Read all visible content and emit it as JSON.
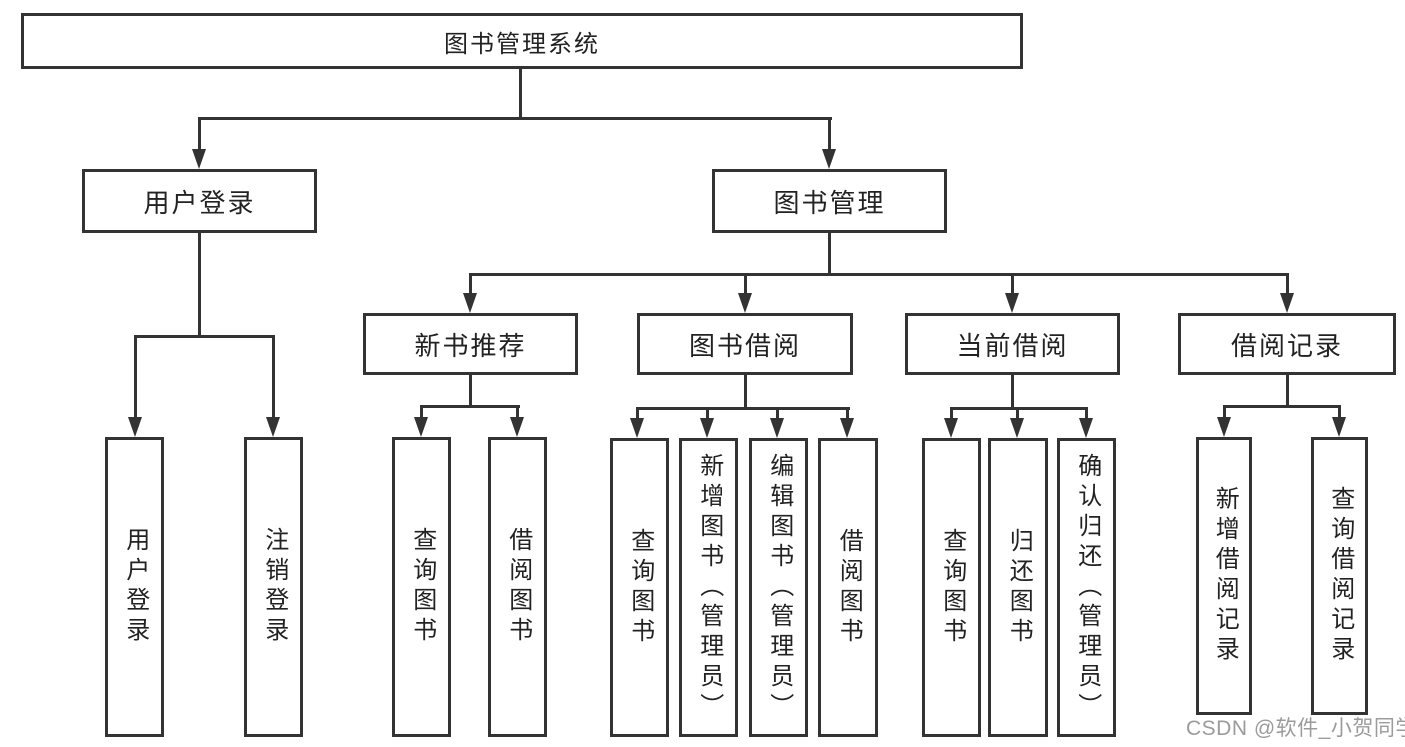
{
  "diagram": {
    "root": {
      "label": "图书管理系统"
    },
    "user_login": {
      "label": "用户登录",
      "children": [
        {
          "label": "用户登录"
        },
        {
          "label": "注销登录"
        }
      ]
    },
    "book_management": {
      "label": "图书管理",
      "sections": {
        "new_books": {
          "label": "新书推荐",
          "children": [
            {
              "label": "查询图书"
            },
            {
              "label": "借阅图书"
            }
          ]
        },
        "book_borrowing": {
          "label": "图书借阅",
          "children": [
            {
              "label": "查询图书"
            },
            {
              "label": "新增图书（管理员）"
            },
            {
              "label": "编辑图书（管理员）"
            },
            {
              "label": "借阅图书"
            }
          ]
        },
        "current_borrowing": {
          "label": "当前借阅",
          "children": [
            {
              "label": "查询图书"
            },
            {
              "label": "归还图书"
            },
            {
              "label": "确认归还（管理员）"
            }
          ]
        },
        "borrow_records": {
          "label": "借阅记录",
          "children": [
            {
              "label": "新增借阅记录"
            },
            {
              "label": "查询借阅记录"
            }
          ]
        }
      }
    }
  },
  "watermark": {
    "text": "CSDN @软件_小贺同学"
  },
  "colors": {
    "line": "#333333",
    "box_border": "#333333",
    "text": "#222222",
    "watermark": "#9b9b9b",
    "background": "#ffffff"
  }
}
